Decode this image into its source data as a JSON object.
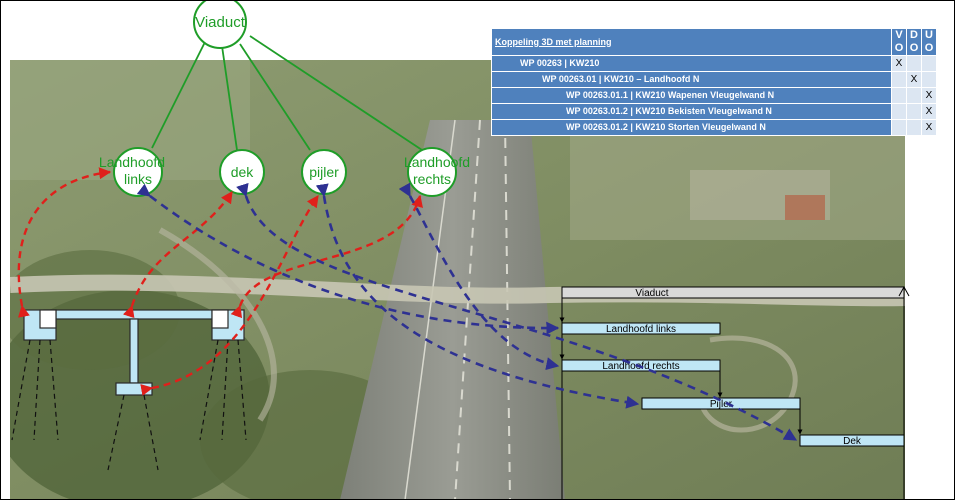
{
  "nodes": {
    "root": "Viaduct",
    "children": [
      {
        "line1": "Landhoofd",
        "line2": "links"
      },
      {
        "line1": "dek",
        "line2": ""
      },
      {
        "line1": "pijler",
        "line2": ""
      },
      {
        "line1": "Landhoofd",
        "line2": "rechts"
      }
    ]
  },
  "gantt": {
    "bars": [
      {
        "label": "Viaduct"
      },
      {
        "label": "Landhoofd links"
      },
      {
        "label": "Landhoofd rechts"
      },
      {
        "label": "Pijler"
      },
      {
        "label": "Dek"
      }
    ]
  },
  "table": {
    "title": "Koppeling 3D met planning",
    "col_headers": [
      {
        "top": "V",
        "bottom": "O"
      },
      {
        "top": "D",
        "bottom": "O"
      },
      {
        "top": "U",
        "bottom": "O"
      }
    ],
    "rows": [
      {
        "text": "WP 00263 | KW210",
        "marks": [
          "X",
          "",
          ""
        ]
      },
      {
        "text": "WP 00263.01 | KW210 – Landhoofd N",
        "marks": [
          "",
          "X",
          ""
        ]
      },
      {
        "text": "WP 00263.01.1 | KW210 Wapenen Vleugelwand N",
        "marks": [
          "",
          "",
          "X"
        ]
      },
      {
        "text": "WP 00263.01.2 | KW210 Bekisten Vleugelwand N",
        "marks": [
          "",
          "",
          "X"
        ]
      },
      {
        "text": "WP 00263.01.2 | KW210 Storten Vleugelwand N",
        "marks": [
          "",
          "",
          "X"
        ]
      }
    ]
  },
  "colors": {
    "node_green": "#1f9d28",
    "link_red": "#e0201b",
    "link_blue": "#2e3192",
    "bar_fill": "#bfe6f5",
    "table_blue": "#4f81bd",
    "table_light": "#dce6f2"
  }
}
